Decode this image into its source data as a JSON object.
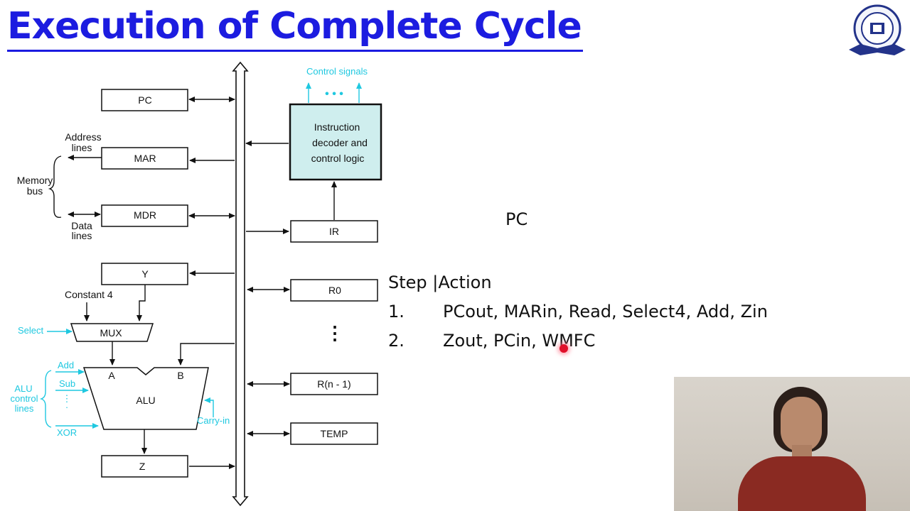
{
  "slide": {
    "title": "Execution of Complete Cycle",
    "pc_note": "PC"
  },
  "diagram": {
    "registers": {
      "pc": "PC",
      "mar": "MAR",
      "mdr": "MDR",
      "y": "Y",
      "z": "Z",
      "ir": "IR",
      "r0": "R0",
      "rn1": "R(n - 1)",
      "temp": "TEMP"
    },
    "mux": "MUX",
    "alu": "ALU",
    "alu_a": "A",
    "alu_b": "B",
    "decoder": [
      "Instruction",
      "decoder and",
      "control logic"
    ],
    "control_signals": "Control signals",
    "address_lines": [
      "Address",
      "lines"
    ],
    "data_lines": [
      "Data",
      "lines"
    ],
    "memory_bus": [
      "Memory",
      "bus"
    ],
    "constant4": "Constant 4",
    "select": "Select",
    "alu_control_lines": [
      "ALU",
      "control",
      "lines"
    ],
    "alu_ops": [
      "Add",
      "Sub",
      "XOR"
    ],
    "carry_in": "Carry-in"
  },
  "steps": {
    "header_step": "Step |Action",
    "rows": [
      {
        "num": "1.",
        "action": "PCout, MARin, Read, Select4, Add, Zin"
      },
      {
        "num": "2.",
        "action": "Zout, PCin, WMFC"
      }
    ]
  },
  "colors": {
    "title": "#1c1ce0",
    "control": "#1fc8e0"
  },
  "icons": {
    "logo": "kiet-logo-icon",
    "cursor": "pointer-dot-icon"
  }
}
